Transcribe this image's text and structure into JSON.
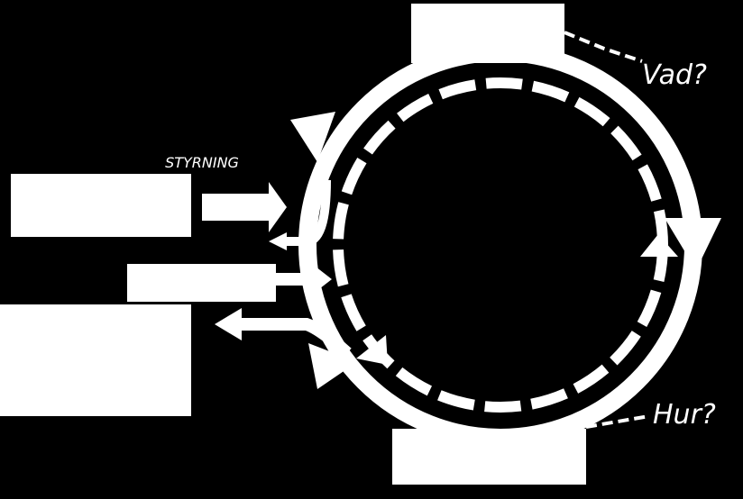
{
  "labels": {
    "styrning": "STYRNING",
    "vad": "Vad?",
    "hur": "Hur?"
  },
  "colors": {
    "background": "#000000",
    "foreground": "#ffffff"
  }
}
